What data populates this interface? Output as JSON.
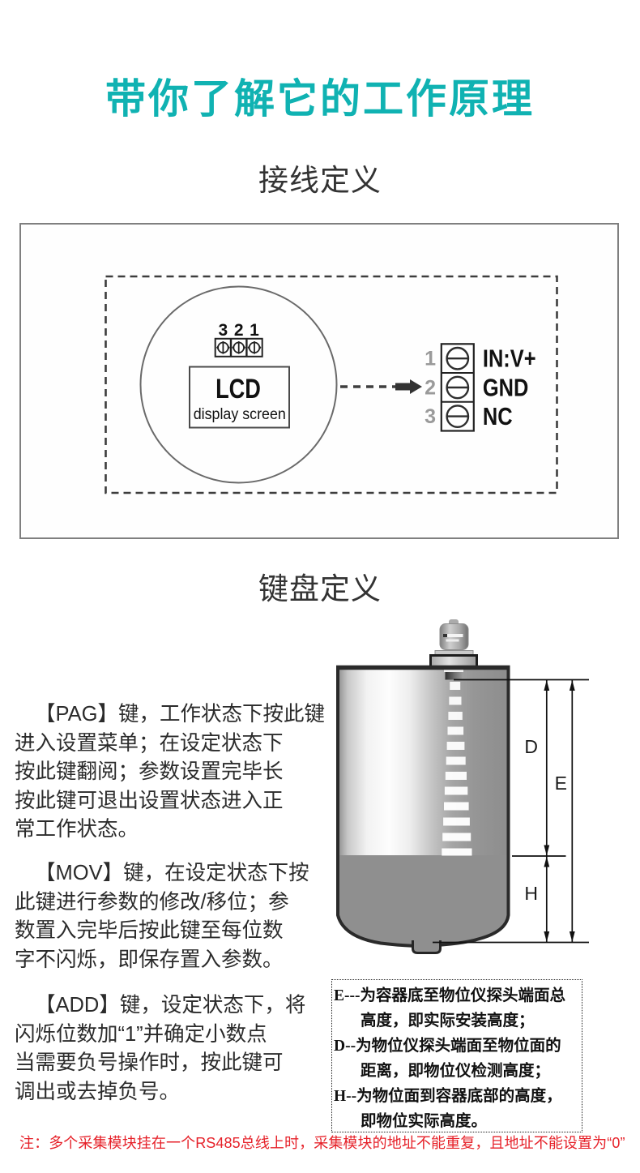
{
  "page": {
    "background": "#ffffff",
    "accent_teal": "#10b2b2",
    "note_red": "#e62129"
  },
  "header": {
    "title": "带你了解它的工作原理"
  },
  "wiring_section": {
    "heading": "接线定义",
    "diagram": {
      "strip_labels": [
        "3",
        "2",
        "1"
      ],
      "lcd_title": "LCD",
      "lcd_subtitle": "display screen",
      "terminals": [
        {
          "num": "1",
          "label": "IN:V+"
        },
        {
          "num": "2",
          "label": "GND"
        },
        {
          "num": "3",
          "label": "NC"
        }
      ]
    }
  },
  "keyboard_section": {
    "heading": "键盘定义",
    "paragraphs": [
      {
        "key": "PAG",
        "lines": [
          "【PAG】键，工作状态下按此键",
          "进入设置菜单；在设定状态下",
          "按此键翻阅；参数设置完毕长",
          "按此键可退出设置状态进入正",
          "常工作状态。"
        ]
      },
      {
        "key": "MOV",
        "lines": [
          "【MOV】键，在设定状态下按",
          "此键进行参数的修改/移位；参",
          "数置入完毕后按此键至每位数",
          "字不闪烁，即保存置入参数。"
        ]
      },
      {
        "key": "ADD",
        "lines": [
          "【ADD】键，设定状态下，将",
          "闪烁位数加“1”并确定小数点",
          "当需要负号操作时，按此键可",
          "调出或去掉负号。"
        ]
      }
    ],
    "tank_diagram": {
      "dim_d": "D",
      "dim_e": "E",
      "dim_h": "H"
    },
    "legend_lines": [
      "E---为容器底至物位仪探头端面总",
      "高度，即实际安装高度；",
      "D--为物位仪探头端面至物位面的",
      "距离，即物位仪检测高度；",
      "H--为物位面到容器底部的高度，",
      "即物位实际高度。"
    ]
  },
  "footnote": {
    "text": "注：多个采集模块挂在一个RS485总线上时，采集模块的地址不能重复，且地址不能设置为“0”"
  }
}
